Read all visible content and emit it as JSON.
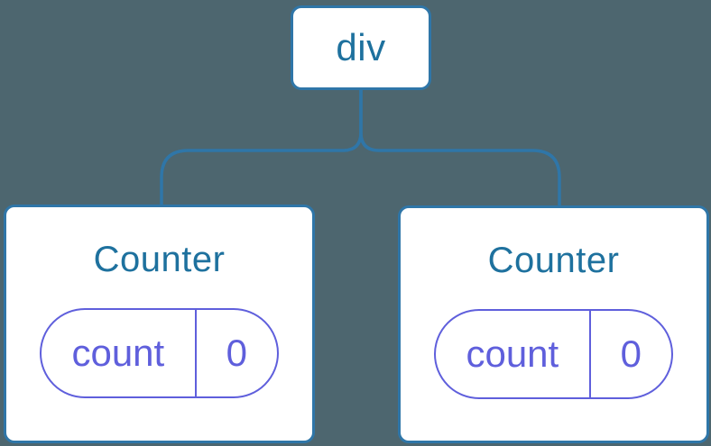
{
  "diagram": {
    "colors": {
      "background": "#4D666F",
      "node-border": "#2F76A8",
      "node-fill": "#FFFFFF",
      "label": "#1E719E",
      "state": "#5F5FDC"
    },
    "root": {
      "label": "div"
    },
    "children": [
      {
        "title": "Counter",
        "state": {
          "key": "count",
          "value": "0"
        }
      },
      {
        "title": "Counter",
        "state": {
          "key": "count",
          "value": "0"
        }
      }
    ]
  }
}
